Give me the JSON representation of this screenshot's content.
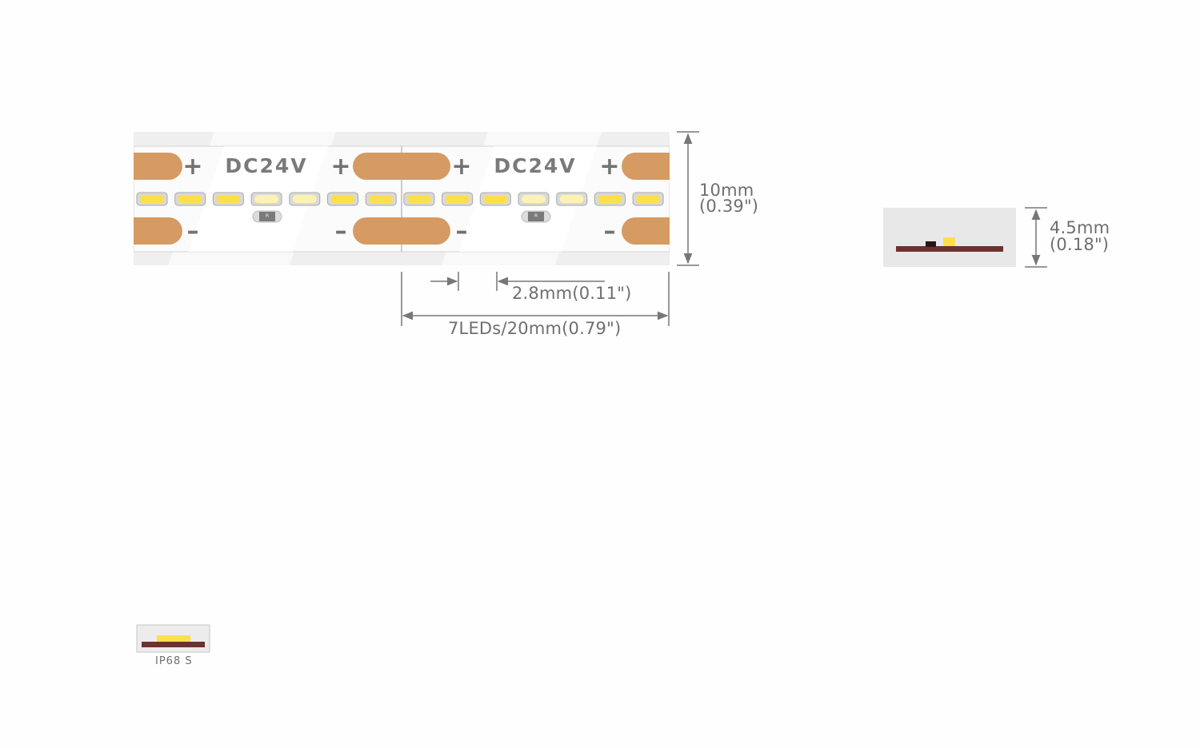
{
  "strip": {
    "voltage_label": "DC24V",
    "plus_sign": "+",
    "minus_sign": "–",
    "leds_per_segment": 7,
    "segments": 2
  },
  "dimensions": {
    "width_mm": "10mm",
    "width_in": "(0.39\")",
    "led_pitch": "2.8mm(0.11\")",
    "segment_length": "7LEDs/20mm(0.79\")",
    "height_mm": "4.5mm",
    "height_in": "(0.18\")"
  },
  "badge": {
    "rating": "IP68 S"
  },
  "colors": {
    "pad": "#d69a63",
    "led": "#fde047",
    "led_pale": "#fdf3b0",
    "strip_bg": "#f4f4f4",
    "pcb": "#6b3230",
    "dim_line": "#777777",
    "text": "#6f6f6f"
  }
}
